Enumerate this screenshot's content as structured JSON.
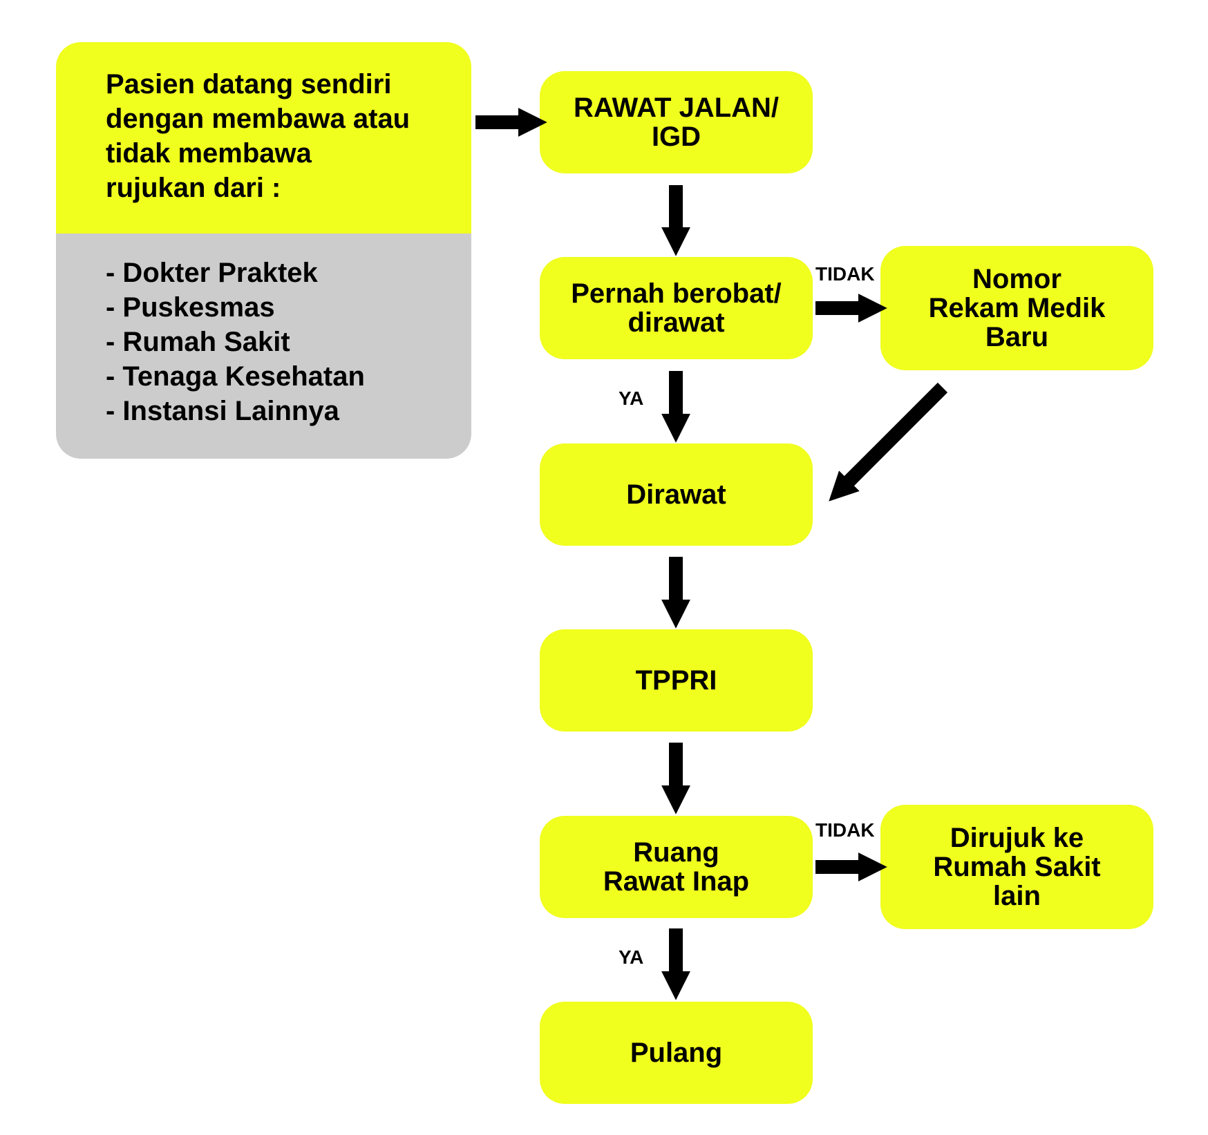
{
  "colors": {
    "box_fill": "#f0ff1e",
    "list_fill": "#cccccc",
    "arrow": "#000000"
  },
  "source": {
    "intro": "Pasien datang sendiri\ndengan membawa atau\ntidak membawa\nrujukan dari :",
    "items": [
      "- Dokter Praktek",
      "- Puskesmas",
      "- Rumah Sakit",
      "- Tenaga Kesehatan",
      "- Instansi Lainnya"
    ]
  },
  "nodes": {
    "rawat_jalan": "RAWAT JALAN/\nIGD",
    "pernah_berobat": "Pernah berobat/\ndirawat",
    "nomor_rm": "Nomor\nRekam Medik\nBaru",
    "dirawat": "Dirawat",
    "tppri": "TPPRI",
    "ruang_rawat_inap": "Ruang\nRawat Inap",
    "dirujuk": "Dirujuk ke\nRumah Sakit\nlain",
    "pulang": "Pulang"
  },
  "edge_labels": {
    "tidak_1": "TIDAK",
    "ya_1": "YA",
    "tidak_2": "TIDAK",
    "ya_2": "YA"
  }
}
